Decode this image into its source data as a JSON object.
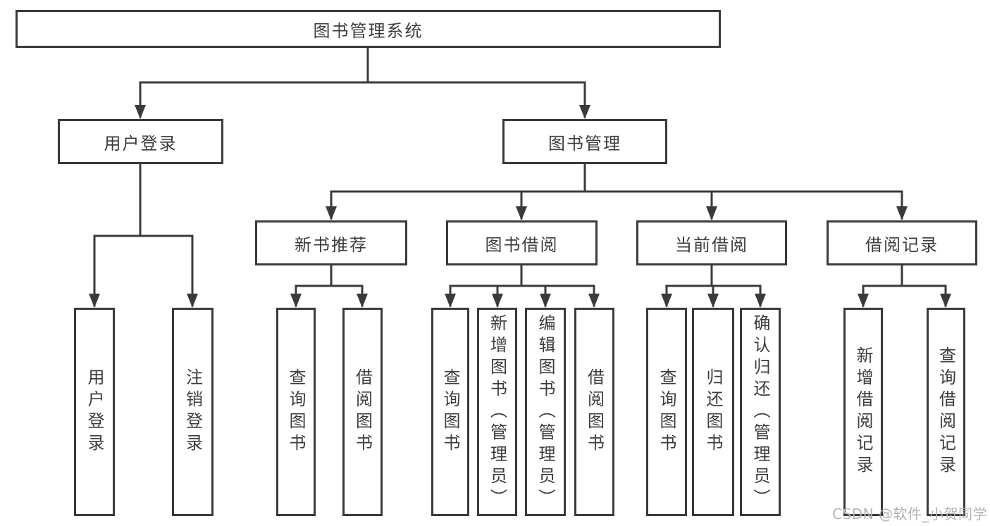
{
  "tree": {
    "root": {
      "label": "图书管理系统"
    },
    "branches": [
      {
        "label": "用户登录",
        "children": [
          {
            "label": "用户登录"
          },
          {
            "label": "注销登录"
          }
        ]
      },
      {
        "label": "图书管理",
        "children": [
          {
            "label": "新书推荐",
            "children": [
              {
                "label": "查询图书"
              },
              {
                "label": "借阅图书"
              }
            ]
          },
          {
            "label": "图书借阅",
            "children": [
              {
                "label": "查询图书"
              },
              {
                "label": "新增图书（管理员）"
              },
              {
                "label": "编辑图书（管理员）"
              },
              {
                "label": "借阅图书"
              }
            ]
          },
          {
            "label": "当前借阅",
            "children": [
              {
                "label": "查询图书"
              },
              {
                "label": "归还图书"
              },
              {
                "label": "确认归还（管理员）"
              }
            ]
          },
          {
            "label": "借阅记录",
            "children": [
              {
                "label": "新增借阅记录"
              },
              {
                "label": "查询借阅记录"
              }
            ]
          }
        ]
      }
    ]
  },
  "watermark": {
    "text": "CSDN @软件_小贺同学"
  },
  "colors": {
    "line": "#3a3a3a",
    "text": "#3d3d3d",
    "watermark": "#b3b3b3",
    "background": "#ffffff"
  }
}
